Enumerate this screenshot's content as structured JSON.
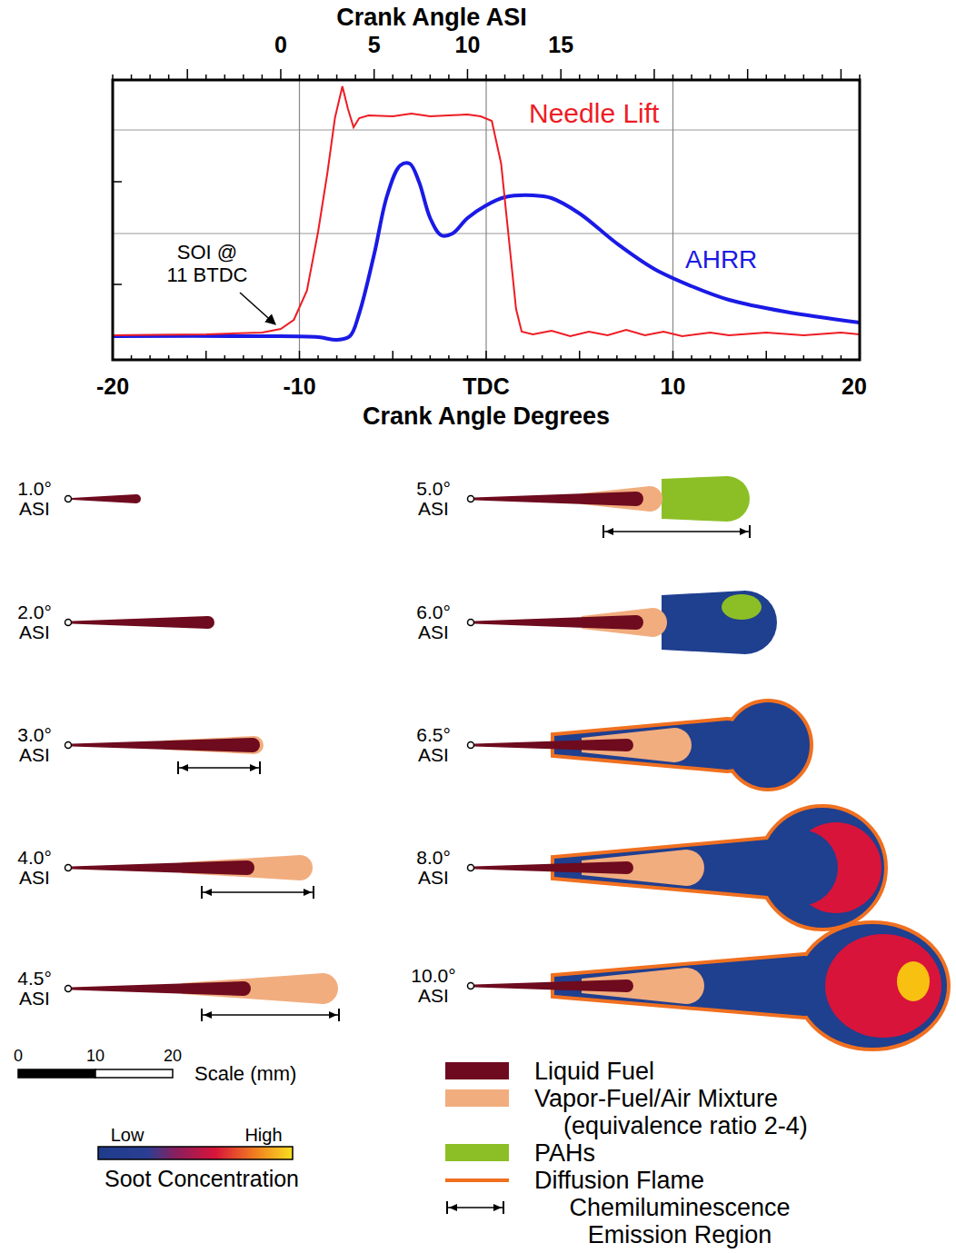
{
  "diagram": {
    "labels": [
      "Crank Angle ASI",
      "0",
      "5",
      "10",
      "15",
      "Needle Lift",
      "SOI @ 11 BTDC",
      "AHRR",
      "-20",
      "-10",
      "TDC",
      "10",
      "20",
      "Crank Angle Degrees",
      "1.0° ASI",
      "5.0° ASI",
      "2.0° ASI",
      "6.0° ASI",
      "3.0° ASI",
      "6.5° ASI",
      "4.0° ASI",
      "8.0° ASI",
      "4.5° ASI",
      "10.0° ASI",
      "0",
      "10",
      "20",
      "Scale (mm)",
      "Low",
      "High",
      "Soot Concentration"
    ],
    "legend": [
      {
        "text": "Liquid Fuel",
        "color": "#6e0b1e"
      },
      {
        "text": "Vapor-Fuel/Air Mixture (equivalence ratio 2-4)",
        "color": "#f2ad7e"
      },
      {
        "text": "PAHs",
        "color": "#8cbf26"
      },
      {
        "text": "Diffusion Flame"
      },
      {
        "text": "Chemiluminescence Emission Region"
      }
    ]
  }
}
